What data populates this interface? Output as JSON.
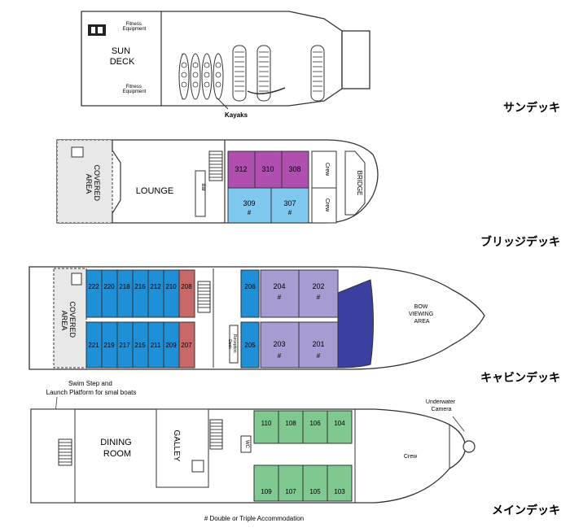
{
  "colors": {
    "suite_purple": "#b04fb0",
    "suite_lightblue": "#7fc8f0",
    "cabin_blue": "#1f8fd8",
    "cabin_red": "#c86868",
    "cabin_lavender": "#a79bd2",
    "cabin_green": "#7fc890",
    "bow_navy": "#3a3fa0",
    "line": "#333333"
  },
  "legend": "# Double or Triple Accommodation",
  "sun_deck": {
    "label": "サンデッキ",
    "name_line1": "SUN",
    "name_line2": "DECK",
    "fitness_top_line1": "Fitness",
    "fitness_top_line2": "Equipment",
    "fitness_bottom_line1": "Fitness",
    "fitness_bottom_line2": "Equipment",
    "kayaks": "Kayaks"
  },
  "bridge_deck": {
    "label": "ブリッジデッキ",
    "covered_line1": "COVERED",
    "covered_line2": "AREA",
    "lounge": "LOUNGE",
    "bar": "Bar",
    "crew_top": "Crew",
    "crew_bottom": "Crew",
    "bridge": "BRIDGE",
    "cabins_top": [
      "312",
      "310",
      "308"
    ],
    "cabins_bottom": [
      {
        "num": "309",
        "mark": "#"
      },
      {
        "num": "307",
        "mark": "#"
      }
    ]
  },
  "cabin_deck": {
    "label": "キャビンデッキ",
    "covered_line1": "COVERED",
    "covered_line2": "AREA",
    "bow_line1": "BOW",
    "bow_line2": "VIEWING",
    "bow_line3": "AREA",
    "reception_line1": "Reception",
    "reception_line2": "Desk",
    "cabins_top": [
      "222",
      "220",
      "218",
      "216",
      "212",
      "210",
      "208"
    ],
    "cabins_bottom": [
      "221",
      "219",
      "217",
      "215",
      "211",
      "209",
      "207"
    ],
    "cabin_206": "206",
    "cabin_205": "205",
    "suites_top": [
      {
        "num": "204",
        "mark": "#"
      },
      {
        "num": "202",
        "mark": "#"
      }
    ],
    "suites_bottom": [
      {
        "num": "203",
        "mark": "#"
      },
      {
        "num": "201",
        "mark": "#"
      }
    ]
  },
  "main_deck": {
    "label": "メインデッキ",
    "swim_line1": "Swim Step and",
    "swim_line2": "Launch Platform for smal boats",
    "dining_line1": "DINING",
    "dining_line2": "ROOM",
    "galley": "GALLEY",
    "wc": "WC",
    "crew": "Crew",
    "camera_line1": "Underwater",
    "camera_line2": "Camera",
    "cabins_top": [
      "110",
      "108",
      "106",
      "104"
    ],
    "cabins_bottom": [
      "109",
      "107",
      "105",
      "103"
    ]
  }
}
